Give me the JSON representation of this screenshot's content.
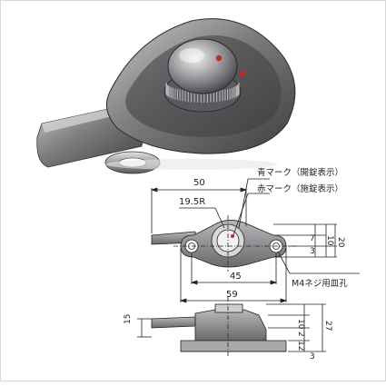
{
  "product": {
    "name": "window crescent lock",
    "body_color": "#7d7d7f",
    "indicator_color": "#c42a20"
  },
  "callouts": {
    "blue_mark": "青マーク（開錠表示）",
    "red_mark": "赤マーク（施錠表示）",
    "screw_hole": "M4ネジ用皿孔"
  },
  "dimensions": {
    "overall_reach": "50",
    "radius": "19.5R",
    "hole_pitch": "45",
    "total_width": "59",
    "plan_a": "7",
    "plan_b": "3",
    "plan_c": "10",
    "plan_height": "20",
    "side_depth": "15",
    "side_a": "10",
    "side_b": "2",
    "side_c": "12",
    "side_d": "3",
    "side_height": "27"
  }
}
